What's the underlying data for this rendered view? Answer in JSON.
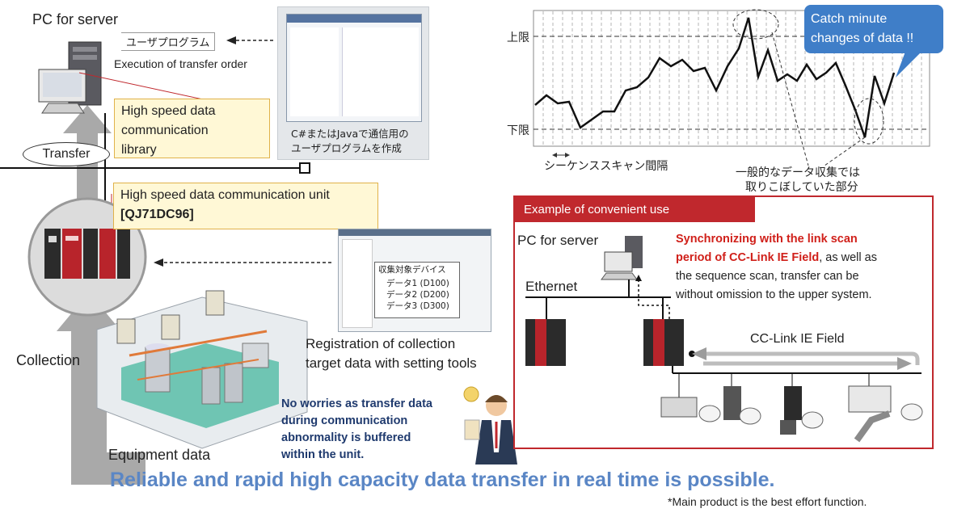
{
  "left": {
    "pc_label": "PC for server",
    "user_program_tag": "ユーザプログラム",
    "execution_label": "Execution of transfer order",
    "library_box": "High speed data communication library",
    "library_lines": [
      "High speed data",
      "communication",
      "library"
    ],
    "transfer_label": "Transfer",
    "unit_box_line1": "High speed data communication unit",
    "unit_box_line2": "[QJ71DC96]",
    "collection_label": "Collection",
    "equipment_label": "Equipment data",
    "screenshot_caption_lines": [
      "C#またはJavaで通信用の",
      "ユーザプログラムを作成"
    ],
    "registration_lines": [
      "Registration of collection",
      "target data with setting tools"
    ],
    "tool_dialog": {
      "title": "収集対象デバイス",
      "items": [
        "データ1 (D100)",
        "データ2 (D200)",
        "データ3 (D300)"
      ]
    },
    "worries_lines": [
      "No worries as transfer data",
      "during communication",
      "abnormality is buffered",
      "within the unit."
    ]
  },
  "chart": {
    "upper_label": "上限",
    "lower_label": "下限",
    "scan_label": "シーケンススキャン間隔",
    "missed_lines": [
      "一般的なデータ収集では",
      "取りこぼしていた部分"
    ],
    "callout_lines": [
      "Catch minute",
      "changes of data !!"
    ]
  },
  "example": {
    "header": "Example of convenient use",
    "pc_label": "PC for server",
    "ethernet_label": "Ethernet",
    "desc_red_lines": [
      "Synchronizing with the link scan",
      "period of CC-Link IE Field"
    ],
    "desc_black_lines": [
      ", as well as",
      "the sequence scan, transfer can be",
      "without omission to the upper system."
    ],
    "cclink_label": "CC-Link IE Field"
  },
  "footer": {
    "headline": "Reliable and rapid high capacity data transfer in real time is possible.",
    "note": "*Main product is the best effort function."
  },
  "colors": {
    "accent_red": "#c0282d",
    "headline_blue": "#5a86c5",
    "callout_blue": "#3f7ec8",
    "arrow_gray": "#a9a9a9",
    "dark_navy": "#1f3a6e"
  }
}
